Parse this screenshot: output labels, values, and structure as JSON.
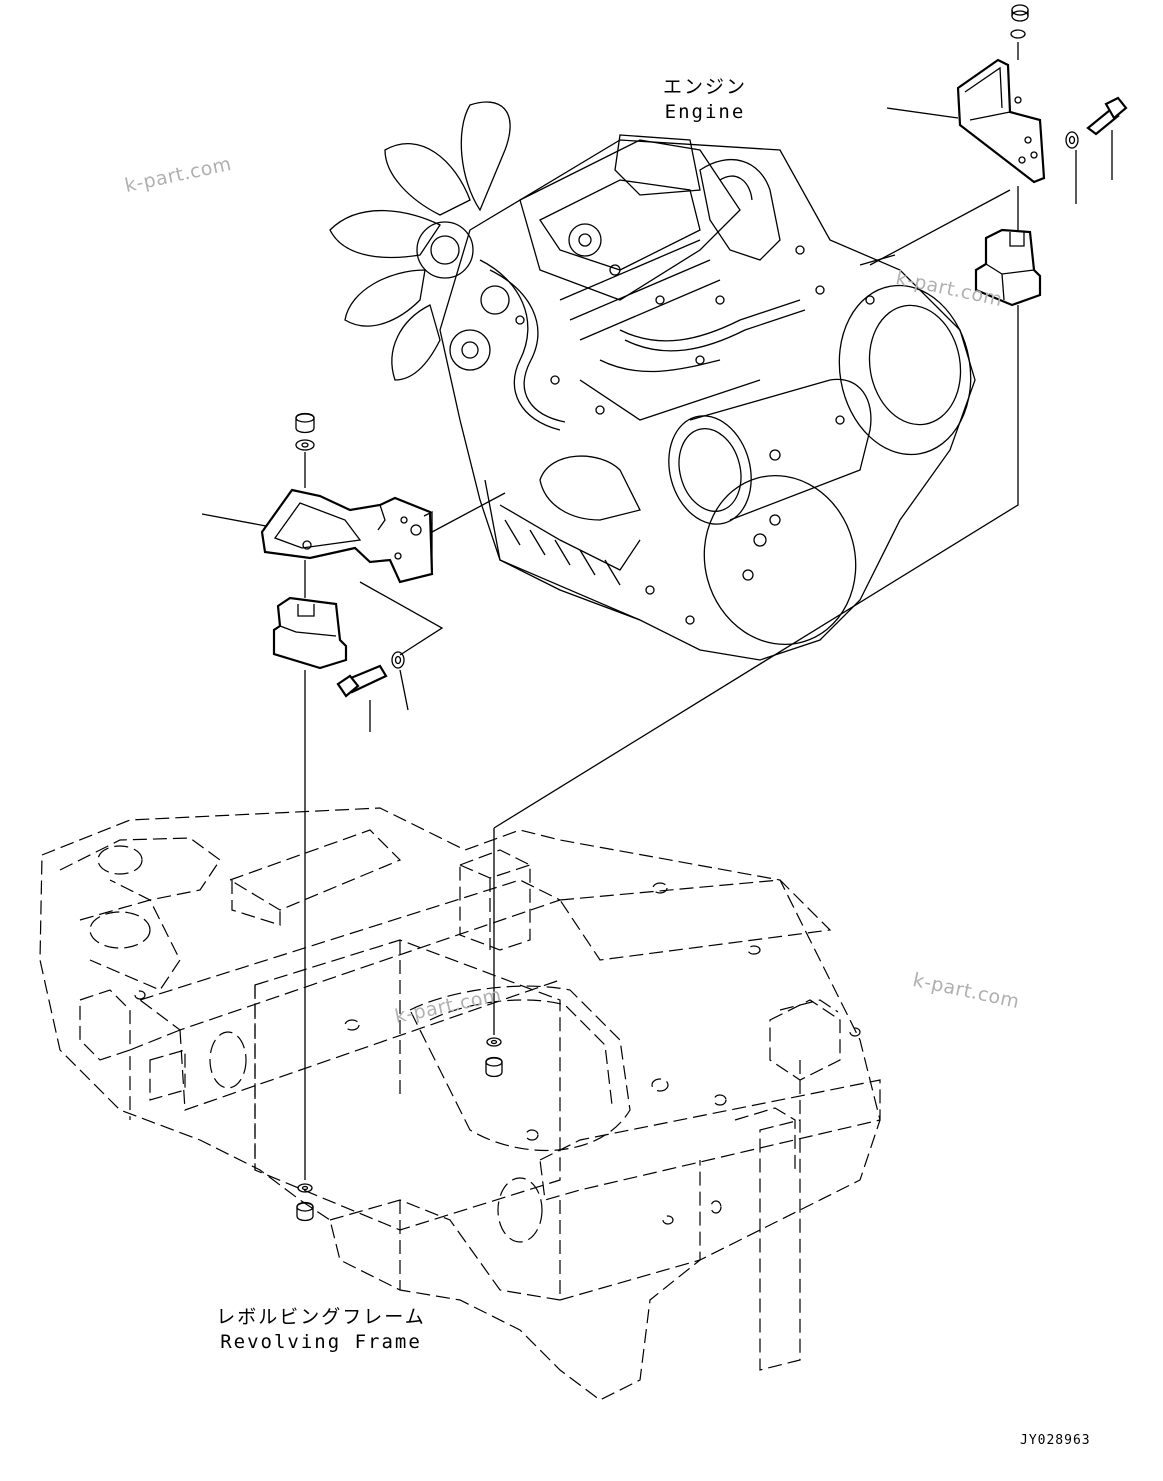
{
  "labels": {
    "engine_jp": "エンジン",
    "engine_en": "Engine",
    "frame_jp": "レボルビングフレーム",
    "frame_en": "Revolving Frame"
  },
  "watermarks": [
    "k-part.com",
    "k-part.com",
    "k-part.com",
    "k-part.com"
  ],
  "drawing_code": "JY028963"
}
